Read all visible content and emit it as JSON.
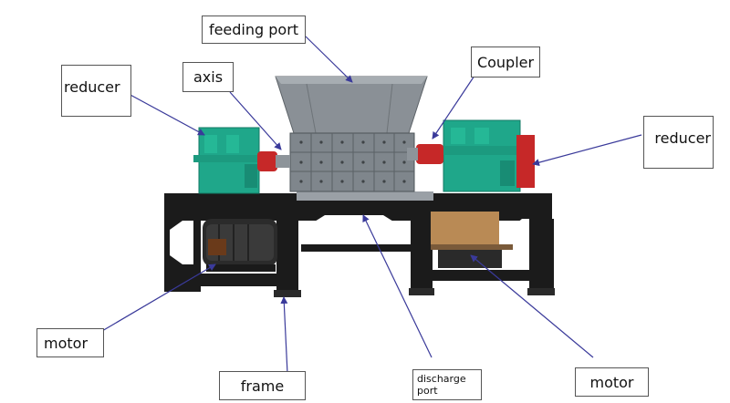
{
  "labels": {
    "feeding_port": "feeding port",
    "axis": "axis",
    "coupler": "Coupler",
    "reducer_left": "reducer",
    "reducer_right": "reducer",
    "motor_left": "motor",
    "frame": "frame",
    "discharge_port": "discharge port",
    "motor_right": "motor"
  },
  "colors": {
    "leader_line": "#3a3a9a",
    "reducer_green": "#1fa78a",
    "frame_black": "#1b1b1b",
    "coupler_red": "#c62828",
    "chamber_gray": "#8a9096",
    "motor_dark": "#2b2b2b"
  }
}
